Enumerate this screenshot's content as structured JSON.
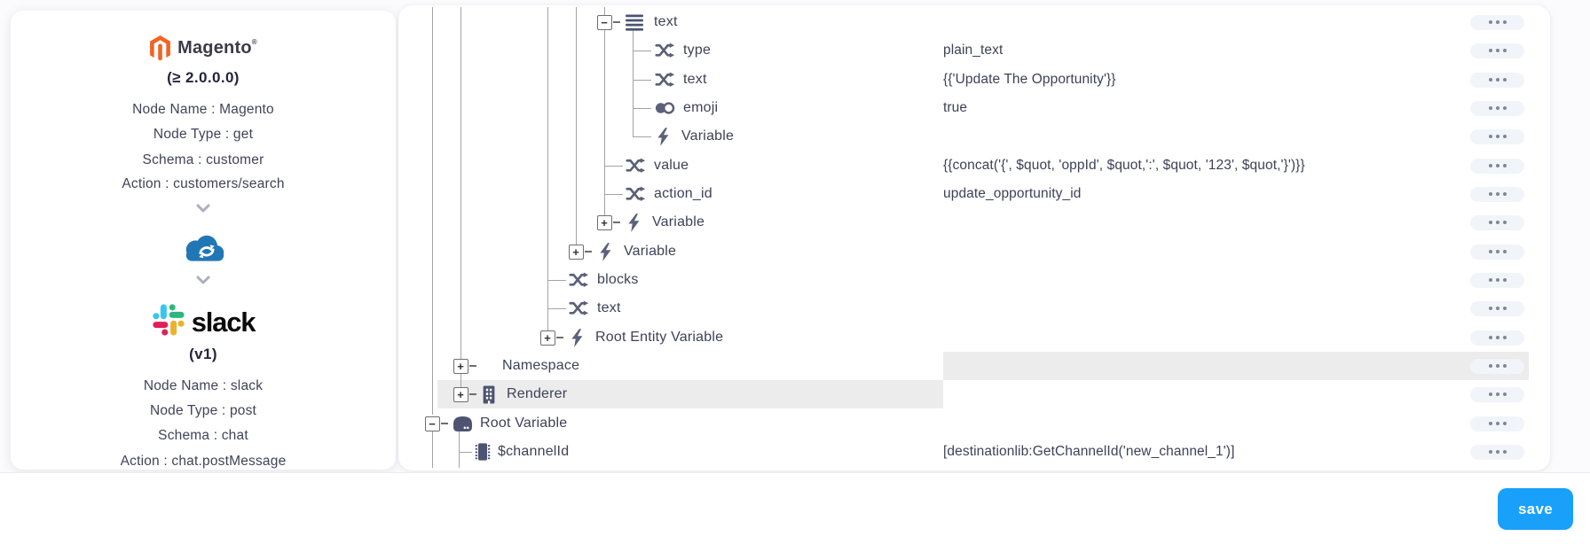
{
  "left_card": {
    "magento": {
      "logo_icon": "magento-logo-icon",
      "wordmark": "Magento",
      "registered_mark": "®",
      "version": "(≥ 2.0.0.0)",
      "lines": [
        "Node Name : Magento",
        "Node Type : get",
        "Schema : customer",
        "Action : customers/search"
      ]
    },
    "connector_icon": "cloud-sync-icon",
    "slack": {
      "logo_icon": "slack-logo-icon",
      "wordmark": "slack",
      "version": "(v1)",
      "lines": [
        "Node Name : slack",
        "Node Type : post",
        "Schema : chat",
        "Action : chat.postMessage"
      ]
    }
  },
  "tree": {
    "rows": [
      {
        "label": "text",
        "icon": "list-icon",
        "expander": "collapse",
        "value": ""
      },
      {
        "label": "type",
        "icon": "shuffle-icon",
        "expander": null,
        "value": "plain_text"
      },
      {
        "label": "text",
        "icon": "shuffle-icon",
        "expander": null,
        "value": "{{'Update The Opportunity'}}"
      },
      {
        "label": "emoji",
        "icon": "toggle-icon",
        "expander": null,
        "value": "true"
      },
      {
        "label": "Variable",
        "icon": "bolt-icon",
        "expander": null,
        "value": ""
      },
      {
        "label": "value",
        "icon": "shuffle-icon",
        "expander": null,
        "value": "{{concat('{', $quot, 'oppId', $quot,':', $quot, '123', $quot,'}')}}"
      },
      {
        "label": "action_id",
        "icon": "shuffle-icon",
        "expander": null,
        "value": "update_opportunity_id"
      },
      {
        "label": "Variable",
        "icon": "bolt-icon",
        "expander": "expand",
        "value": ""
      },
      {
        "label": "Variable",
        "icon": "bolt-icon",
        "expander": "expand",
        "value": ""
      },
      {
        "label": "blocks",
        "icon": "shuffle-icon",
        "expander": null,
        "value": ""
      },
      {
        "label": "text",
        "icon": "shuffle-icon",
        "expander": null,
        "value": ""
      },
      {
        "label": "Root Entity Variable",
        "icon": "bolt-icon",
        "expander": "expand",
        "value": ""
      },
      {
        "label": "Namespace",
        "icon": null,
        "expander": "expand",
        "value": "",
        "highlight": "value-column"
      },
      {
        "label": "Renderer",
        "icon": "building-icon",
        "expander": "expand",
        "value": "",
        "highlight": "name-column"
      },
      {
        "label": "Root Variable",
        "icon": "server-icon",
        "expander": "collapse",
        "value": ""
      },
      {
        "label": "$channelId",
        "icon": "chip-icon",
        "expander": null,
        "value": "[destinationlib:GetChannelId('new_channel_1')]"
      }
    ],
    "row_actions_icon": "ellipsis-icon"
  },
  "footer": {
    "save_label": "save"
  },
  "colors": {
    "accent_blue": "#18a0fb",
    "row_highlight": "#ececec",
    "magento_orange": "#f26322",
    "cloud_blue": "#2177b5",
    "icon_slate": "#5b6178",
    "slack_cyan": "#36C5F0",
    "slack_green": "#2EB67D",
    "slack_yellow": "#ECB22E",
    "slack_red": "#E01E5A"
  }
}
